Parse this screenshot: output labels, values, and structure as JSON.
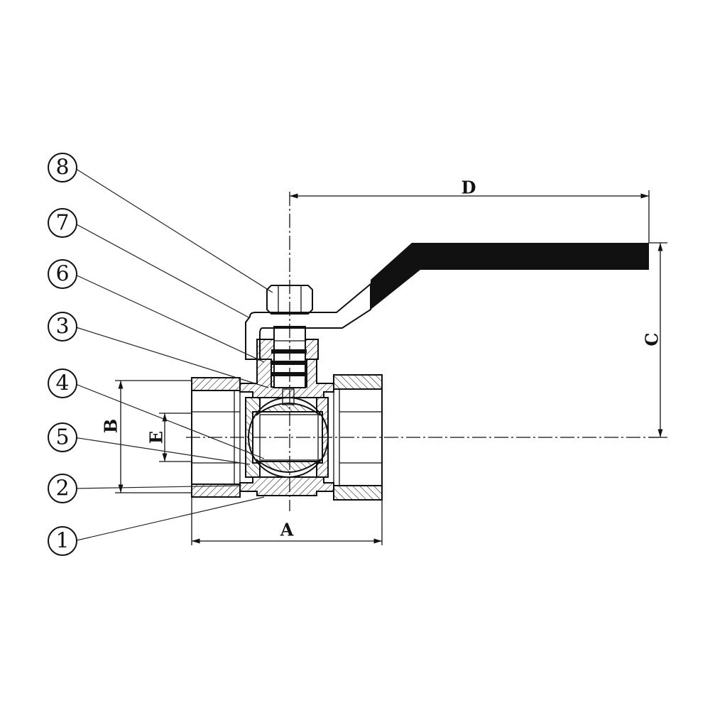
{
  "diagram": {
    "callouts": [
      {
        "id": "8",
        "label": "8"
      },
      {
        "id": "7",
        "label": "7"
      },
      {
        "id": "6",
        "label": "6"
      },
      {
        "id": "3",
        "label": "3"
      },
      {
        "id": "4",
        "label": "4"
      },
      {
        "id": "5",
        "label": "5"
      },
      {
        "id": "2",
        "label": "2"
      },
      {
        "id": "1",
        "label": "1"
      }
    ],
    "dimensions": {
      "A": "A",
      "B": "B",
      "C": "C",
      "D": "D",
      "E": "E"
    },
    "colors": {
      "ink": "#111111",
      "handle_fill": "#111111",
      "background": "#ffffff"
    }
  }
}
